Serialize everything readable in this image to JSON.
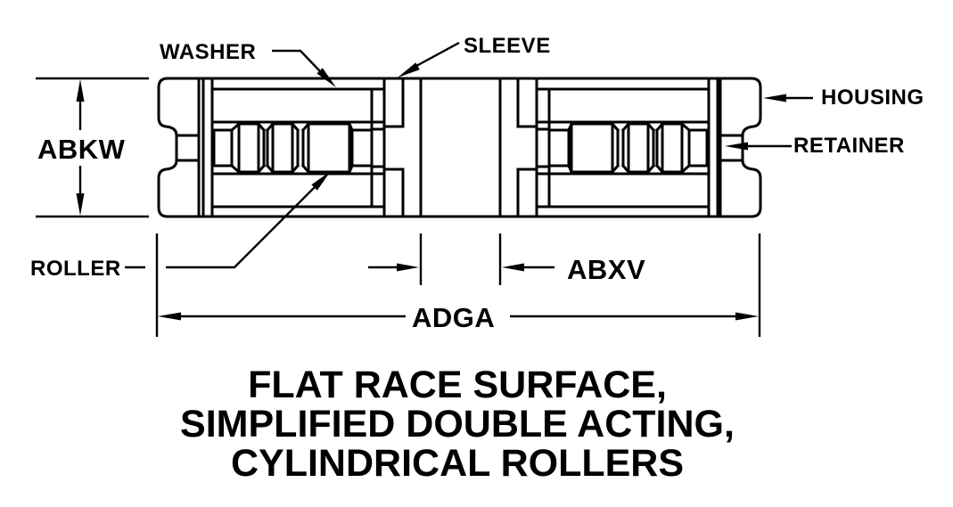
{
  "drawing": {
    "part_labels": {
      "washer": "WASHER",
      "sleeve": "SLEEVE",
      "housing": "HOUSING",
      "retainer": "RETAINER",
      "roller": "ROLLER"
    },
    "dimensions": {
      "abkw": "ABKW",
      "abxv": "ABXV",
      "adga": "ADGA"
    },
    "caption": {
      "line1": "FLAT RACE SURFACE,",
      "line2": "SIMPLIFIED DOUBLE ACTING,",
      "line3": "CYLINDRICAL ROLLERS"
    },
    "colors": {
      "line": "#000000",
      "background": "#ffffff"
    }
  }
}
